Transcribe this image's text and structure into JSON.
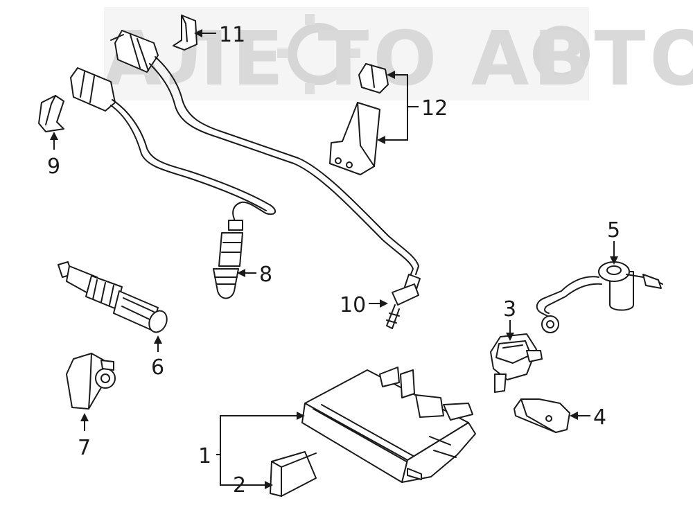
{
  "watermark": {
    "text": "АЛЕ ТО АВТО"
  },
  "callouts": {
    "c1": "1",
    "c2": "2",
    "c3": "3",
    "c4": "4",
    "c5": "5",
    "c6": "6",
    "c7": "7",
    "c8": "8",
    "c9": "9",
    "c10": "10",
    "c11": "11",
    "c12": "12"
  }
}
